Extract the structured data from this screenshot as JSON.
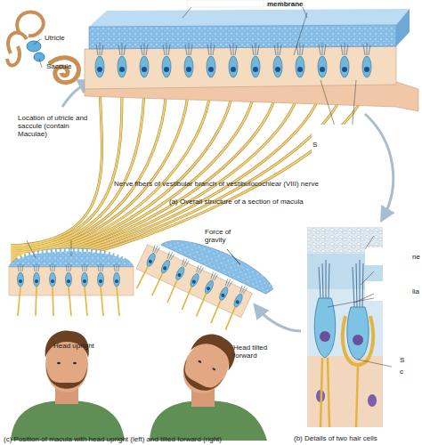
{
  "diagram": {
    "labels": [
      "membrane",
      "Utricle",
      "Saccule",
      "Location of utricle and saccule (contain Maculae)",
      "Nerve fibers of vestibular branch of vestibulocochlear (VIII) nerve",
      "(a) Overall structure of a section of macula",
      "Force of gravity",
      "Head upright",
      "Head tilted forward",
      "(b) Details of two hair cells",
      "(c) Position of macula with head upright (left) and tilted forward (right)",
      "S",
      "ne",
      "lia",
      "S",
      "c"
    ]
  }
}
